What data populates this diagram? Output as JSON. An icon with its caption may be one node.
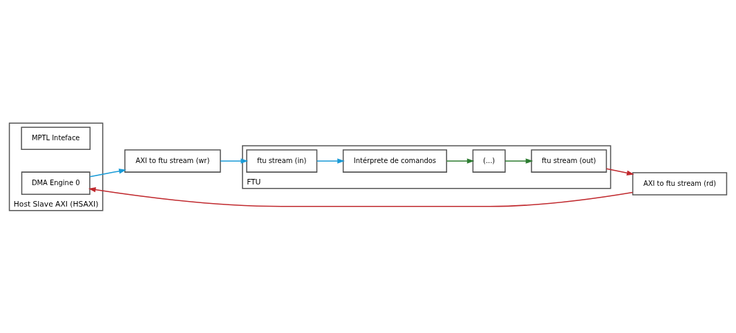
{
  "diagram": {
    "nodes": [
      {
        "text": [
          "Host Slave AXI (HSAXI)"
        ]
      },
      {
        "text": [
          "MPTL Inteface"
        ],
        "in": 0
      },
      {
        "text": [
          "DMA Engine 0"
        ],
        "in": 0
      },
      {
        "text": [
          "AXI to ftu stream (wr)"
        ]
      },
      {
        "text": [
          "AXI to ftu stream (rd)"
        ]
      },
      {
        "text": [
          "FTU"
        ]
      },
      {
        "text": [
          "ftu stream (in)"
        ],
        "in": 5
      },
      {
        "text": [
          "Intérprete de comandos"
        ],
        "in": 5
      },
      {
        "text": [
          "(...)"
        ],
        "in": 5
      },
      {
        "text": [
          "ftu stream (out)"
        ],
        "in": 5
      }
    ],
    "edges": [
      {
        "from": 2,
        "to": 3,
        "arrow": "to",
        "color": "#1a9bd7"
      },
      {
        "from": 3,
        "to": 6,
        "arrow": "to",
        "color": "#1a9bd7"
      },
      {
        "from": 6,
        "to": 7,
        "arrow": "to",
        "color": "#1a9bd7"
      },
      {
        "from": 7,
        "to": 8,
        "arrow": "to",
        "color": "#2e7d32"
      },
      {
        "from": 8,
        "to": 9,
        "arrow": "to",
        "color": "#2e7d32"
      },
      {
        "from": 9,
        "to": 4,
        "arrow": "to",
        "color": "#c0282d"
      },
      {
        "from": 4,
        "to": 2,
        "arrow": "to",
        "color": "#c0282d"
      }
    ]
  }
}
